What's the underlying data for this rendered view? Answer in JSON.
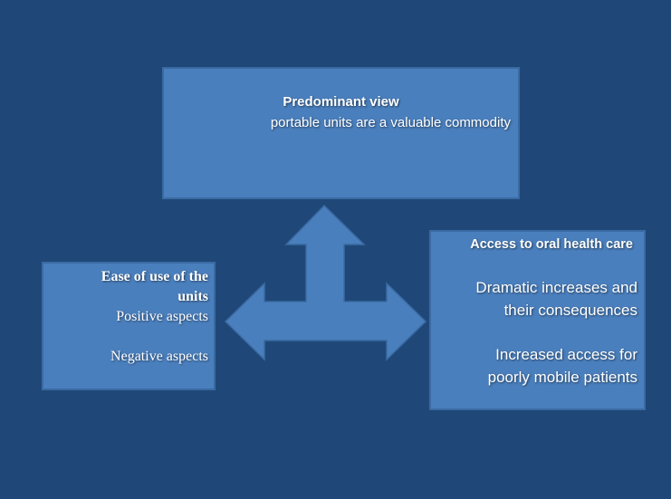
{
  "top": {
    "title": "Predominant view",
    "subtitle": "portable units are a valuable commodity"
  },
  "left": {
    "title_line1": "Ease of use of the",
    "title_line2": "units",
    "item1": "Positive aspects",
    "item2": "Negative aspects"
  },
  "right": {
    "title": "Access to oral health care",
    "item1_line1": "Dramatic increases and",
    "item1_line2": "their consequences",
    "item2_line1": "Increased access for",
    "item2_line2": "poorly mobile patients"
  },
  "colors": {
    "background": "#1f4878",
    "box_fill": "#4a7fbd",
    "arrow_fill": "#4a7fbd"
  }
}
